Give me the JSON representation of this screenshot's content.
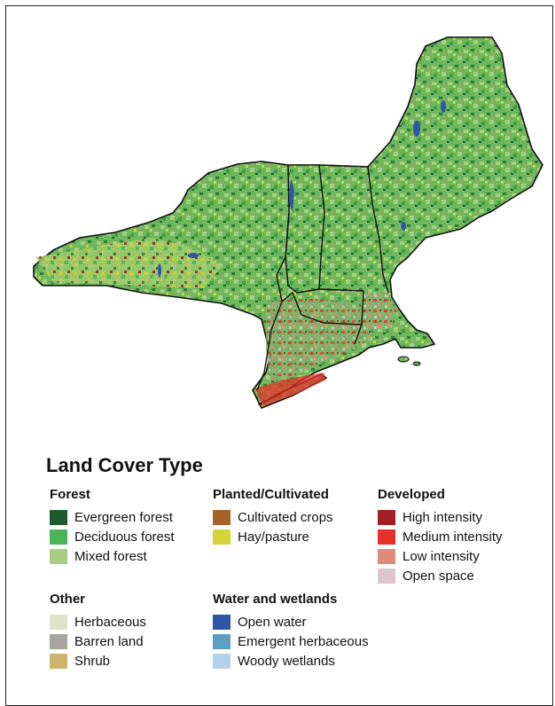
{
  "legend": {
    "title": "Land Cover Type",
    "groups": [
      {
        "title": "Forest",
        "items": [
          {
            "label": "Evergreen forest",
            "color": "#1e5a2d"
          },
          {
            "label": "Deciduous forest",
            "color": "#4cb35a"
          },
          {
            "label": "Mixed forest",
            "color": "#a9cd83"
          }
        ]
      },
      {
        "title": "Planted/Cultivated",
        "items": [
          {
            "label": "Cultivated crops",
            "color": "#a5652a"
          },
          {
            "label": "Hay/pasture",
            "color": "#d5d43a"
          }
        ]
      },
      {
        "title": "Developed",
        "items": [
          {
            "label": "High intensity",
            "color": "#a11f24"
          },
          {
            "label": "Medium intensity",
            "color": "#e4302b"
          },
          {
            "label": "Low intensity",
            "color": "#dc8c79"
          },
          {
            "label": "Open space",
            "color": "#dcc5cc"
          }
        ]
      },
      {
        "title": "Other",
        "items": [
          {
            "label": "Herbaceous",
            "color": "#dfe3c8"
          },
          {
            "label": "Barren land",
            "color": "#a7a5a1"
          },
          {
            "label": "Shrub",
            "color": "#cdb46c"
          }
        ]
      },
      {
        "title": "Water and wetlands",
        "items": [
          {
            "label": "Open water",
            "color": "#2f56a6"
          },
          {
            "label": "Emergent herbaceous",
            "color": "#5d9fc1"
          },
          {
            "label": "Woody wetlands",
            "color": "#b4d1ec"
          }
        ]
      }
    ]
  }
}
